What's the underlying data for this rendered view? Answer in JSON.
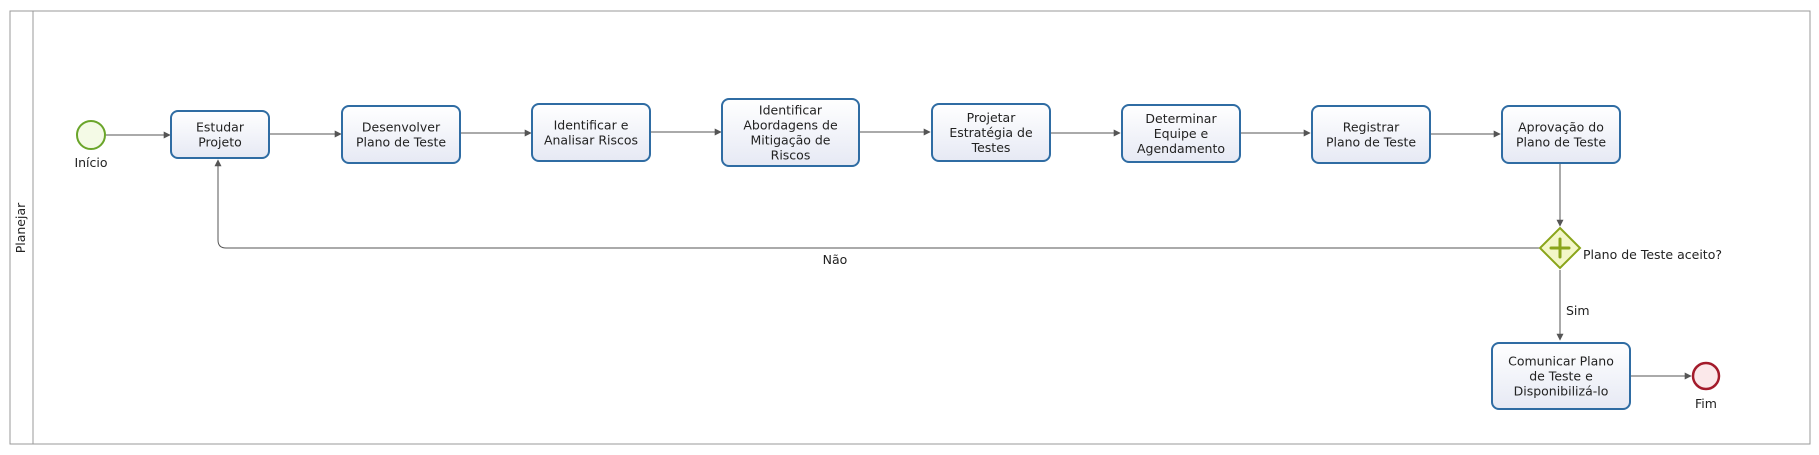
{
  "pool": {
    "lane_label": "Planejar"
  },
  "colors": {
    "task_stroke": "#2f6ca3",
    "start_stroke": "#6aa52a",
    "end_stroke": "#a31b2b",
    "gateway_stroke": "#8aa51a",
    "gateway_fill": "#f3f7c8",
    "connector": "#555555"
  },
  "events": {
    "start": {
      "label": "Início",
      "icon": "start-event-circle"
    },
    "end": {
      "label": "Fim",
      "icon": "end-event-circle"
    }
  },
  "tasks": [
    {
      "id": "t1",
      "lines": [
        "Estudar",
        "Projeto"
      ]
    },
    {
      "id": "t2",
      "lines": [
        "Desenvolver",
        "Plano de Teste"
      ]
    },
    {
      "id": "t3",
      "lines": [
        "Identificar e",
        "Analisar Riscos"
      ]
    },
    {
      "id": "t4",
      "lines": [
        "Identificar",
        "Abordagens de",
        "Mitigação de",
        "Riscos"
      ]
    },
    {
      "id": "t5",
      "lines": [
        "Projetar",
        "Estratégia de",
        "Testes"
      ]
    },
    {
      "id": "t6",
      "lines": [
        "Determinar",
        "Equipe e",
        "Agendamento"
      ]
    },
    {
      "id": "t7",
      "lines": [
        "Registrar",
        "Plano de Teste"
      ]
    },
    {
      "id": "t8",
      "lines": [
        "Aprovação do",
        "Plano de Teste"
      ]
    },
    {
      "id": "t9",
      "lines": [
        "Comunicar Plano",
        "de Teste e",
        "Disponibilizá-lo"
      ]
    }
  ],
  "gateway": {
    "label": "Plano de Teste aceito?",
    "icon": "parallel-gateway-plus-icon"
  },
  "flows": {
    "no_label": "Não",
    "yes_label": "Sim"
  }
}
